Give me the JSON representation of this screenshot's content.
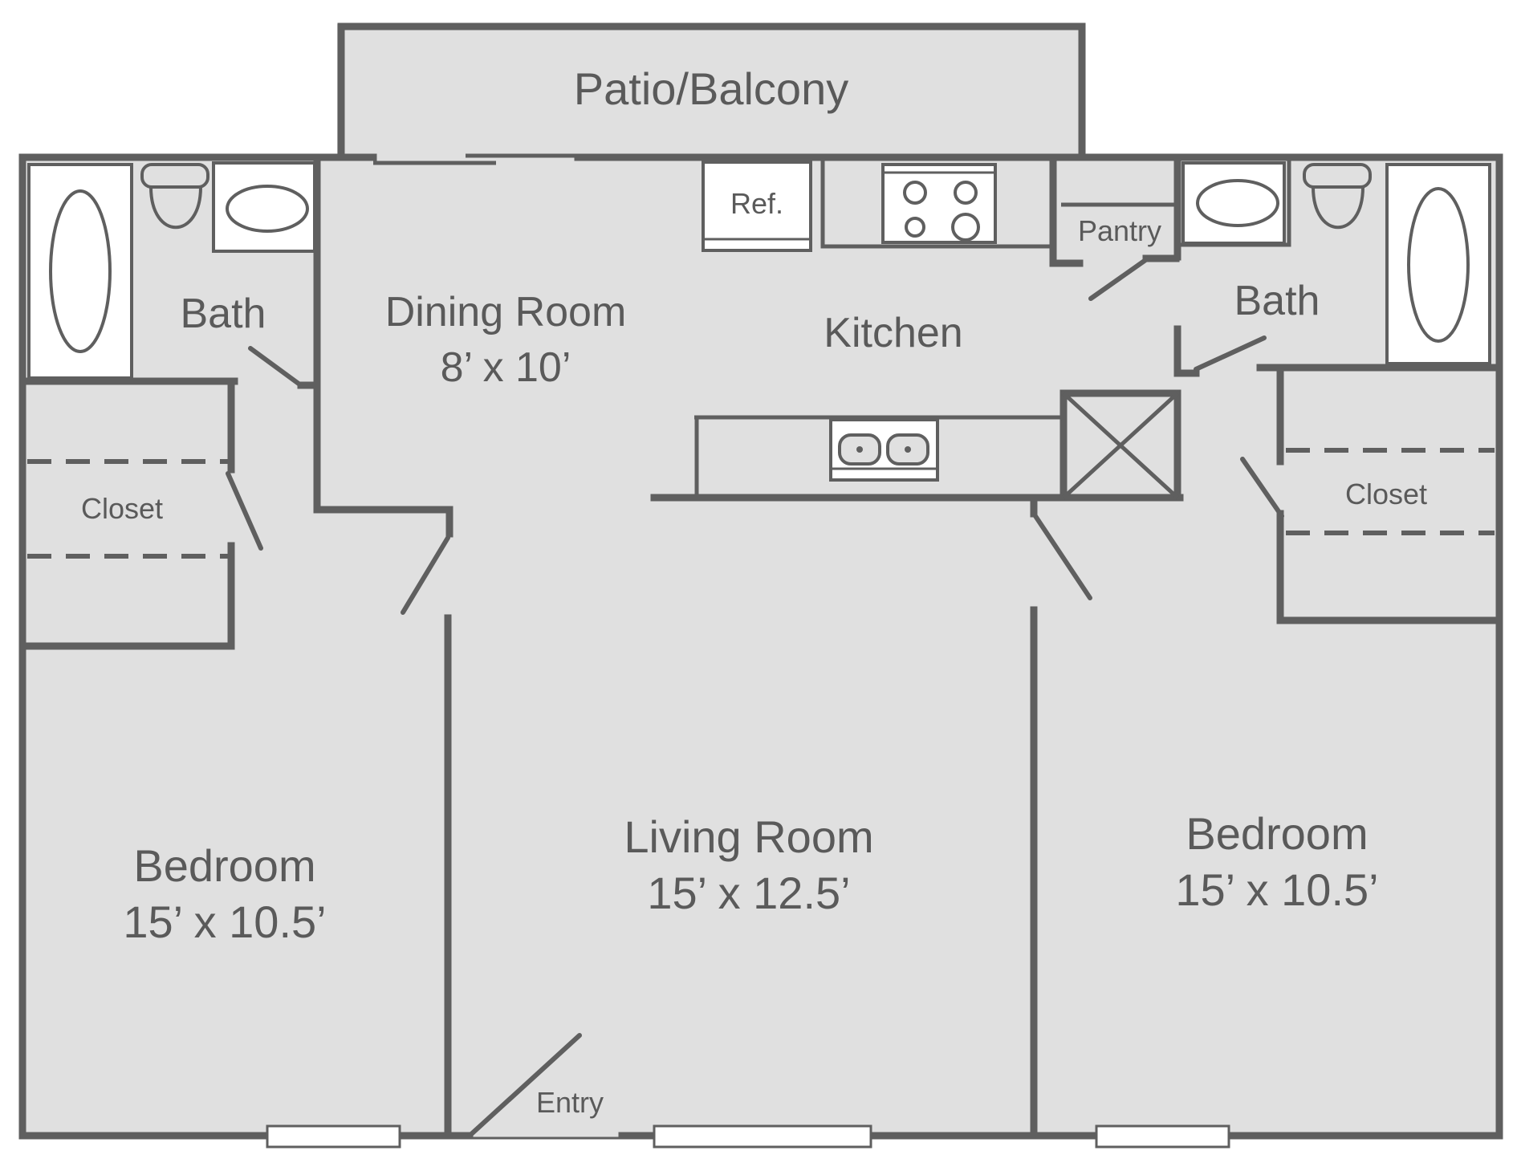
{
  "rooms": {
    "patio": "Patio/Balcony",
    "dining_name": "Dining Room",
    "dining_size": "8’ x 10’",
    "kitchen": "Kitchen",
    "ref": "Ref.",
    "pantry": "Pantry",
    "bath_left": "Bath",
    "bath_right": "Bath",
    "closet_left": "Closet",
    "closet_right": "Closet",
    "bedroom_left_name": "Bedroom",
    "bedroom_left_size": "15’ x 10.5’",
    "living_name": "Living Room",
    "living_size": "15’ x 12.5’",
    "bedroom_right_name": "Bedroom",
    "bedroom_right_size": "15’ x 10.5’",
    "entry": "Entry"
  },
  "colors": {
    "floor": "#e0e0e0",
    "wall": "#5f5f5f",
    "text": "#5a5a5a"
  }
}
